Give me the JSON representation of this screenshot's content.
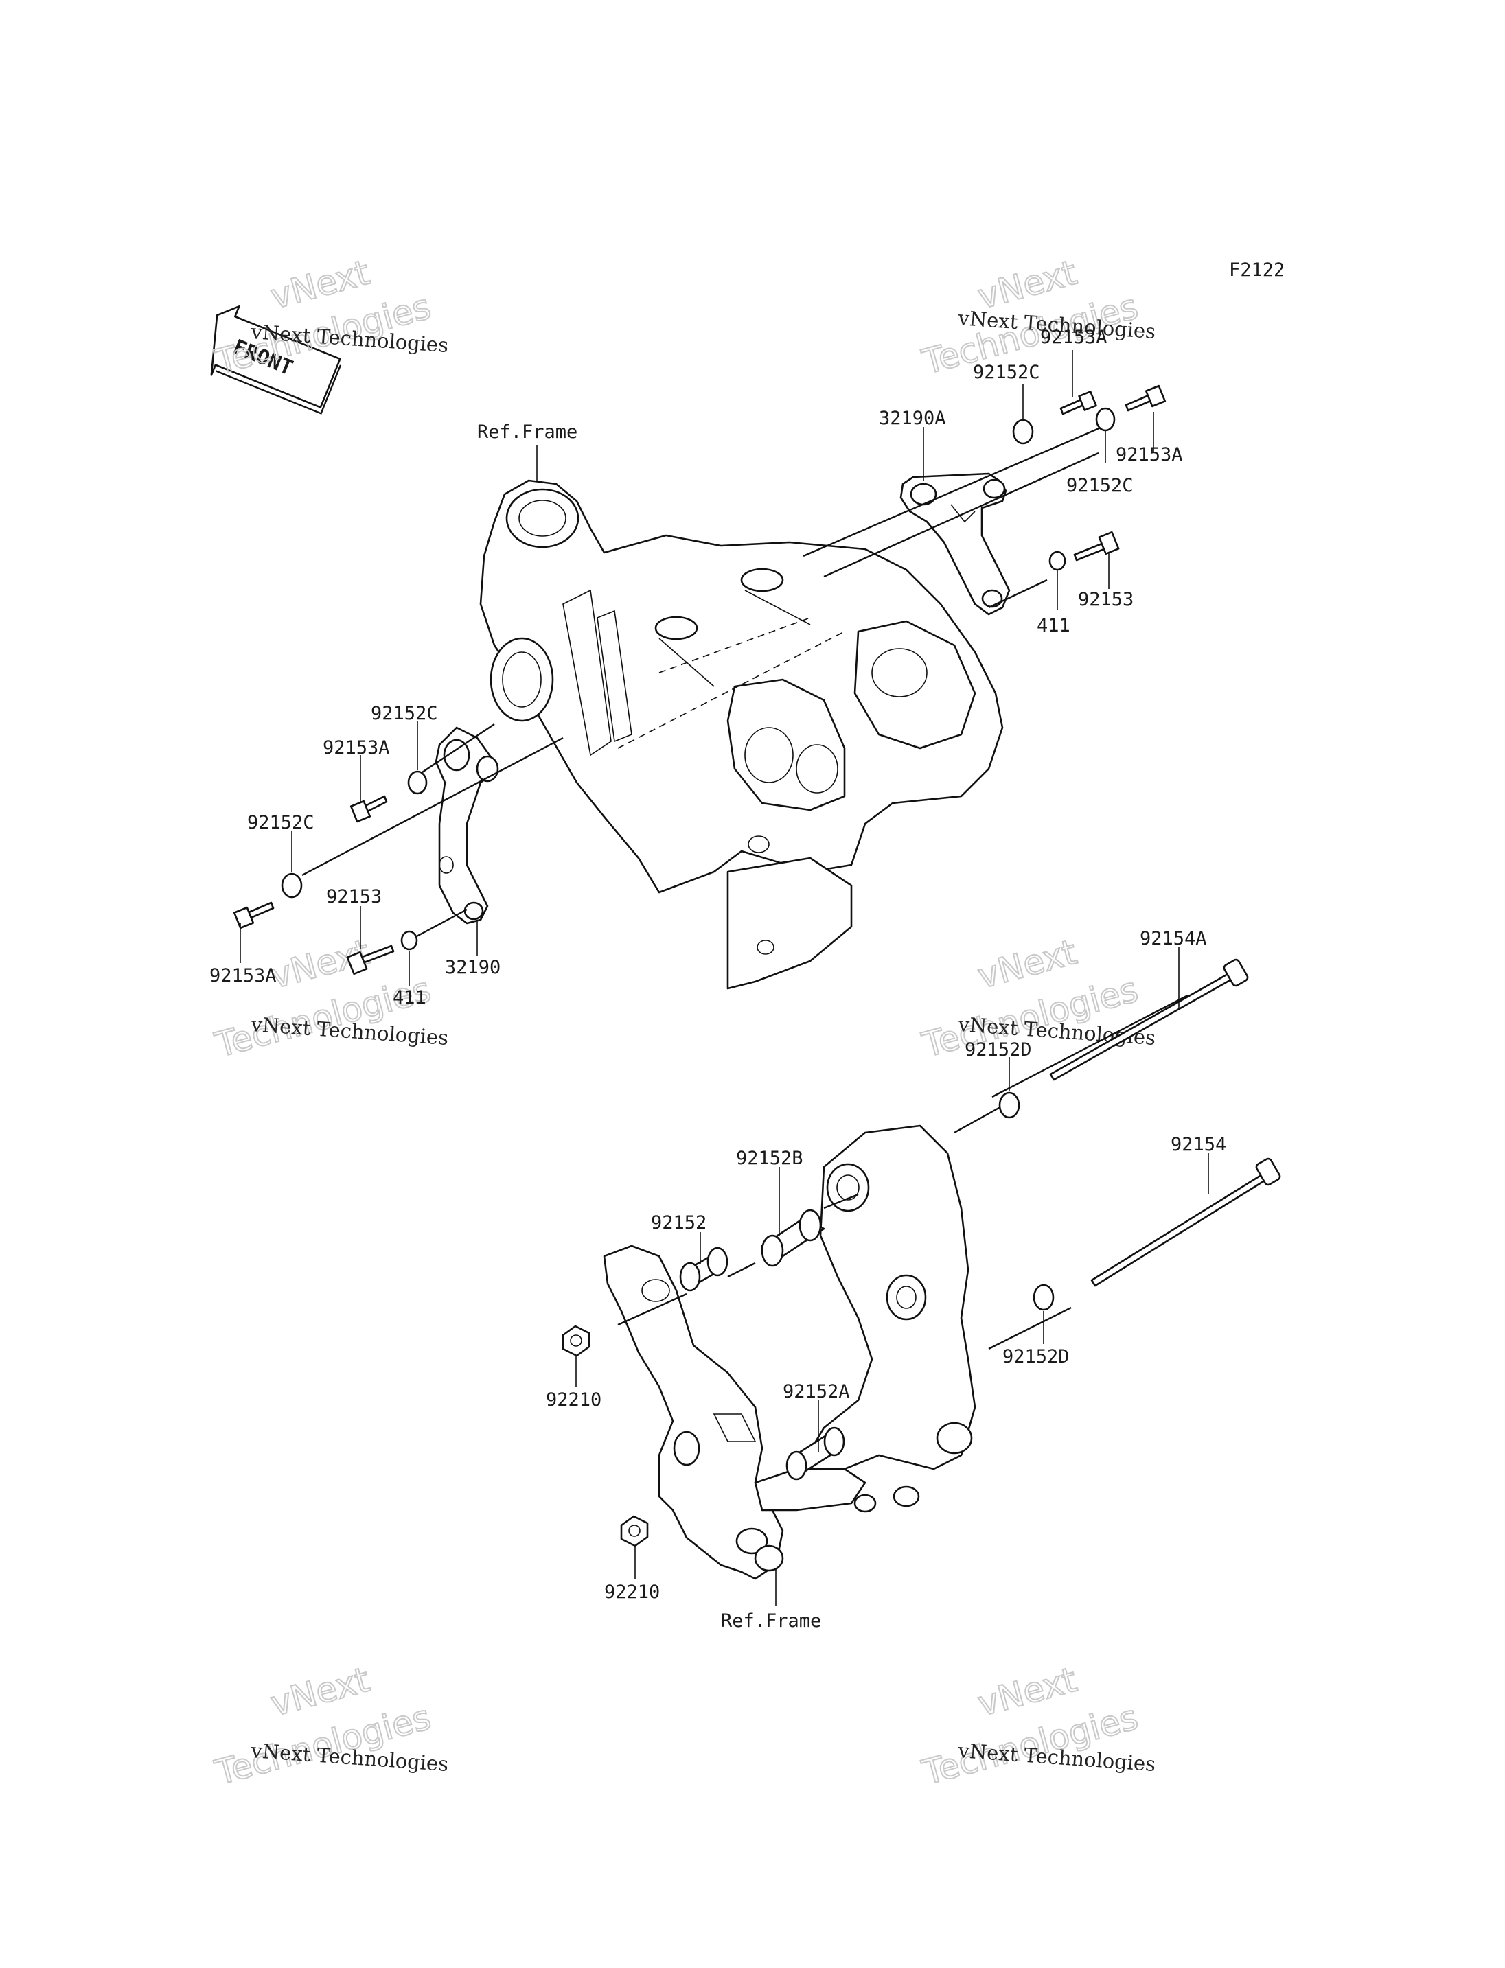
{
  "diagram_code": "F2122",
  "front_label": "FRONT",
  "watermark": {
    "line1": "vNext",
    "line2": "Technologies",
    "caption": "vNext Technologies"
  },
  "refs": {
    "top": "Ref.Frame",
    "bottom": "Ref.Frame"
  },
  "labels": {
    "l_92153A_top": "92153A",
    "l_92152C_top": "92152C",
    "l_32190A": "32190A",
    "l_92153A_right": "92153A",
    "l_92152C_right": "92152C",
    "l_92153_right": "92153",
    "l_411_right": "411",
    "l_92152C_left_up": "92152C",
    "l_92153A_left_up": "92153A",
    "l_92152C_left_low": "92152C",
    "l_92153_left": "92153",
    "l_92153A_left_low": "92153A",
    "l_411_left": "411",
    "l_32190": "32190",
    "l_92154A": "92154A",
    "l_92152D_top": "92152D",
    "l_92152B": "92152B",
    "l_92152": "92152",
    "l_92154": "92154",
    "l_92152D_right": "92152D",
    "l_92152A": "92152A",
    "l_92210_upper": "92210",
    "l_92210_lower": "92210"
  }
}
